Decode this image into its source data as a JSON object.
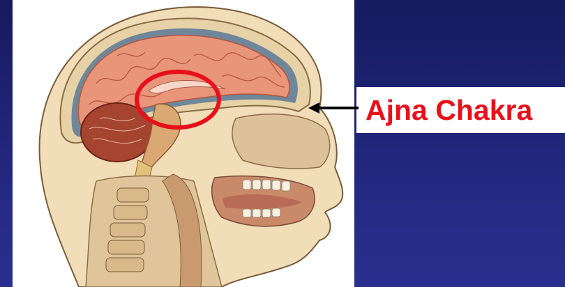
{
  "label": {
    "text": "Ajna Chakra",
    "color": "#e8101a"
  },
  "colors": {
    "background": "#1c1f6e",
    "panel": "#ffffff",
    "highlight_circle": "#e8101a",
    "arrow": "#000000"
  },
  "icons": [
    "pointer-arrow",
    "highlight-circle"
  ]
}
